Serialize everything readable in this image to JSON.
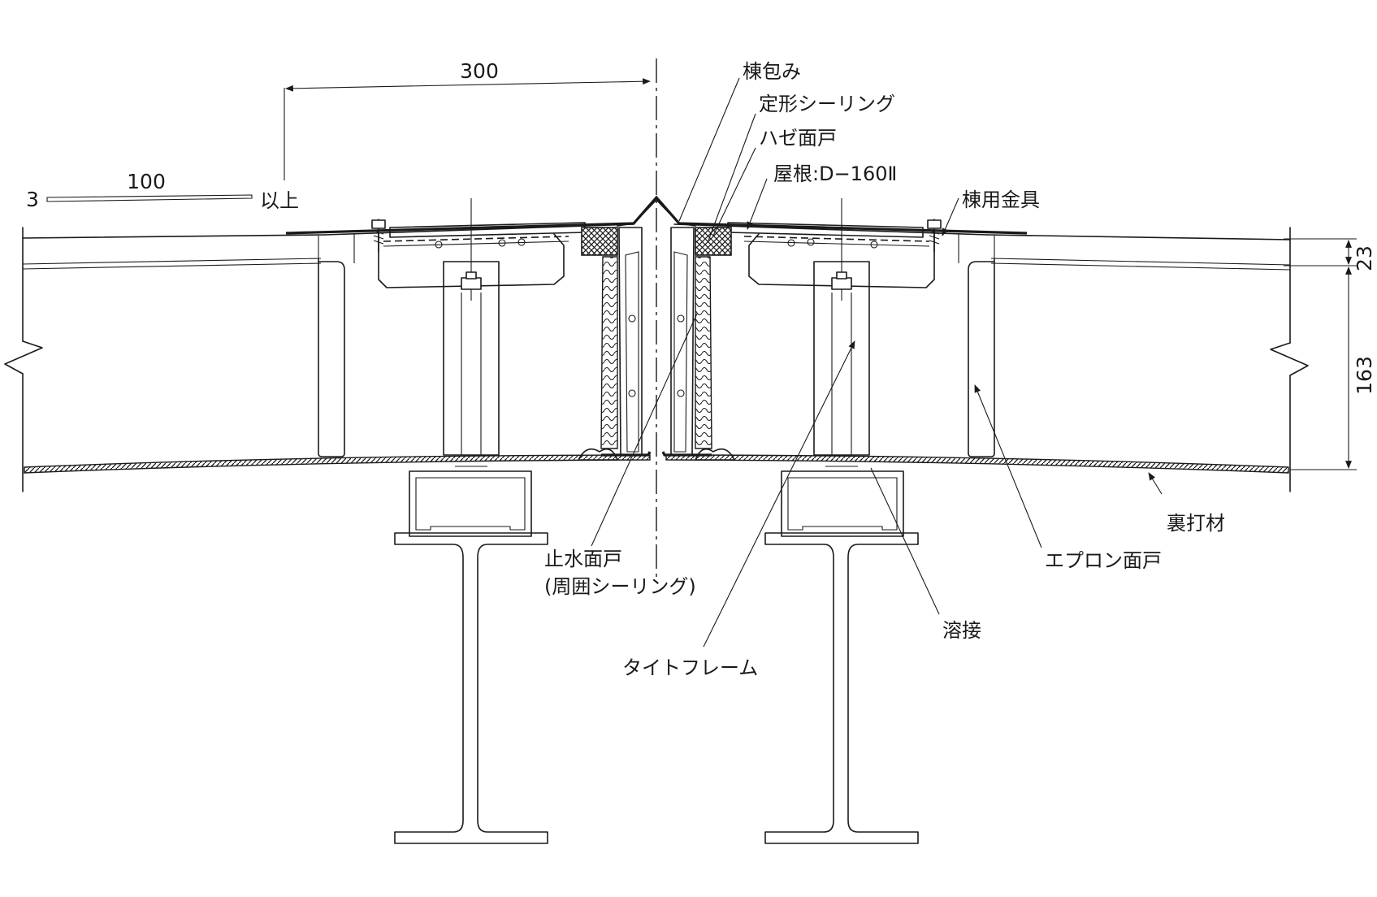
{
  "labels": {
    "ridge_cover": "棟包み",
    "fixed_sealing": "定形シーリング",
    "seam_face": "ハゼ面戸",
    "roof_spec": "屋根:D−160Ⅱ",
    "ridge_bracket": "棟用金具",
    "backing_material": "裏打材",
    "apron_face": "エプロン面戸",
    "water_stop_face": "止水面戸",
    "perimeter_sealing": "(周囲シーリング)",
    "weld": "溶接",
    "tight_frame": "タイトフレーム"
  },
  "dimensions": {
    "overlap": "300",
    "slope_run": "100",
    "slope_rise": "3",
    "slope_note": "以上",
    "rib_height": "23",
    "panel_depth": "163"
  },
  "colors": {
    "line": "#1a1a1a",
    "background": "#ffffff"
  }
}
